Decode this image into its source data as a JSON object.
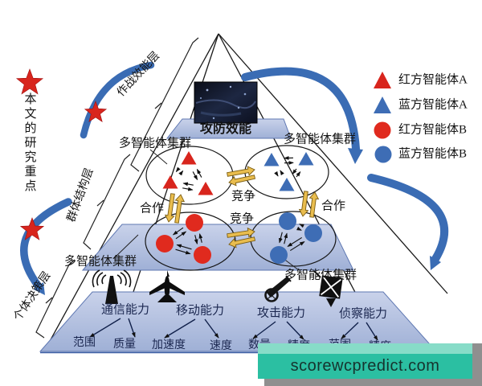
{
  "figure": {
    "research_focus_label": "本文的研究重点",
    "layer_labels": {
      "combat": "作战效能层",
      "group": "群体结构层",
      "individual": "个体决策层"
    },
    "effect_band_label": "攻防效能",
    "cluster_labels": {
      "top_left": "多智能体集群",
      "top_right": "多智能体集群",
      "bottom_left": "多智能体集群",
      "bottom_right": "多智能体集群"
    },
    "relation_labels": {
      "compete_top": "竞争",
      "compete_middle": "竞争",
      "coop_left": "合作",
      "coop_right": "合作"
    },
    "capabilities": [
      {
        "label": "通信能力",
        "attrs": [
          "范围",
          "质量"
        ]
      },
      {
        "label": "移动能力",
        "attrs": [
          "加速度",
          "速度"
        ]
      },
      {
        "label": "攻击能力",
        "attrs": [
          "数量",
          "精度"
        ]
      },
      {
        "label": "侦察能力",
        "attrs": [
          "范围",
          "精度"
        ]
      }
    ],
    "legend": [
      {
        "shape": "triangle",
        "color": "#d8251d",
        "label": "红方智能体A"
      },
      {
        "shape": "triangle",
        "color": "#3e6db5",
        "label": "蓝方智能体A"
      },
      {
        "shape": "circle",
        "color": "#e02a1e",
        "label": "红方智能体B"
      },
      {
        "shape": "circle",
        "color": "#3e6db5",
        "label": "蓝方智能体B"
      }
    ],
    "watermark": "scorewcpredict.com",
    "colors": {
      "red": "#d8251d",
      "blue": "#3e6db5",
      "gold": "#e9bd4e",
      "band": "#b7c2e2",
      "arrow_blue": "#3a6cb4",
      "watermark_bg": "#2bbfa2"
    }
  }
}
